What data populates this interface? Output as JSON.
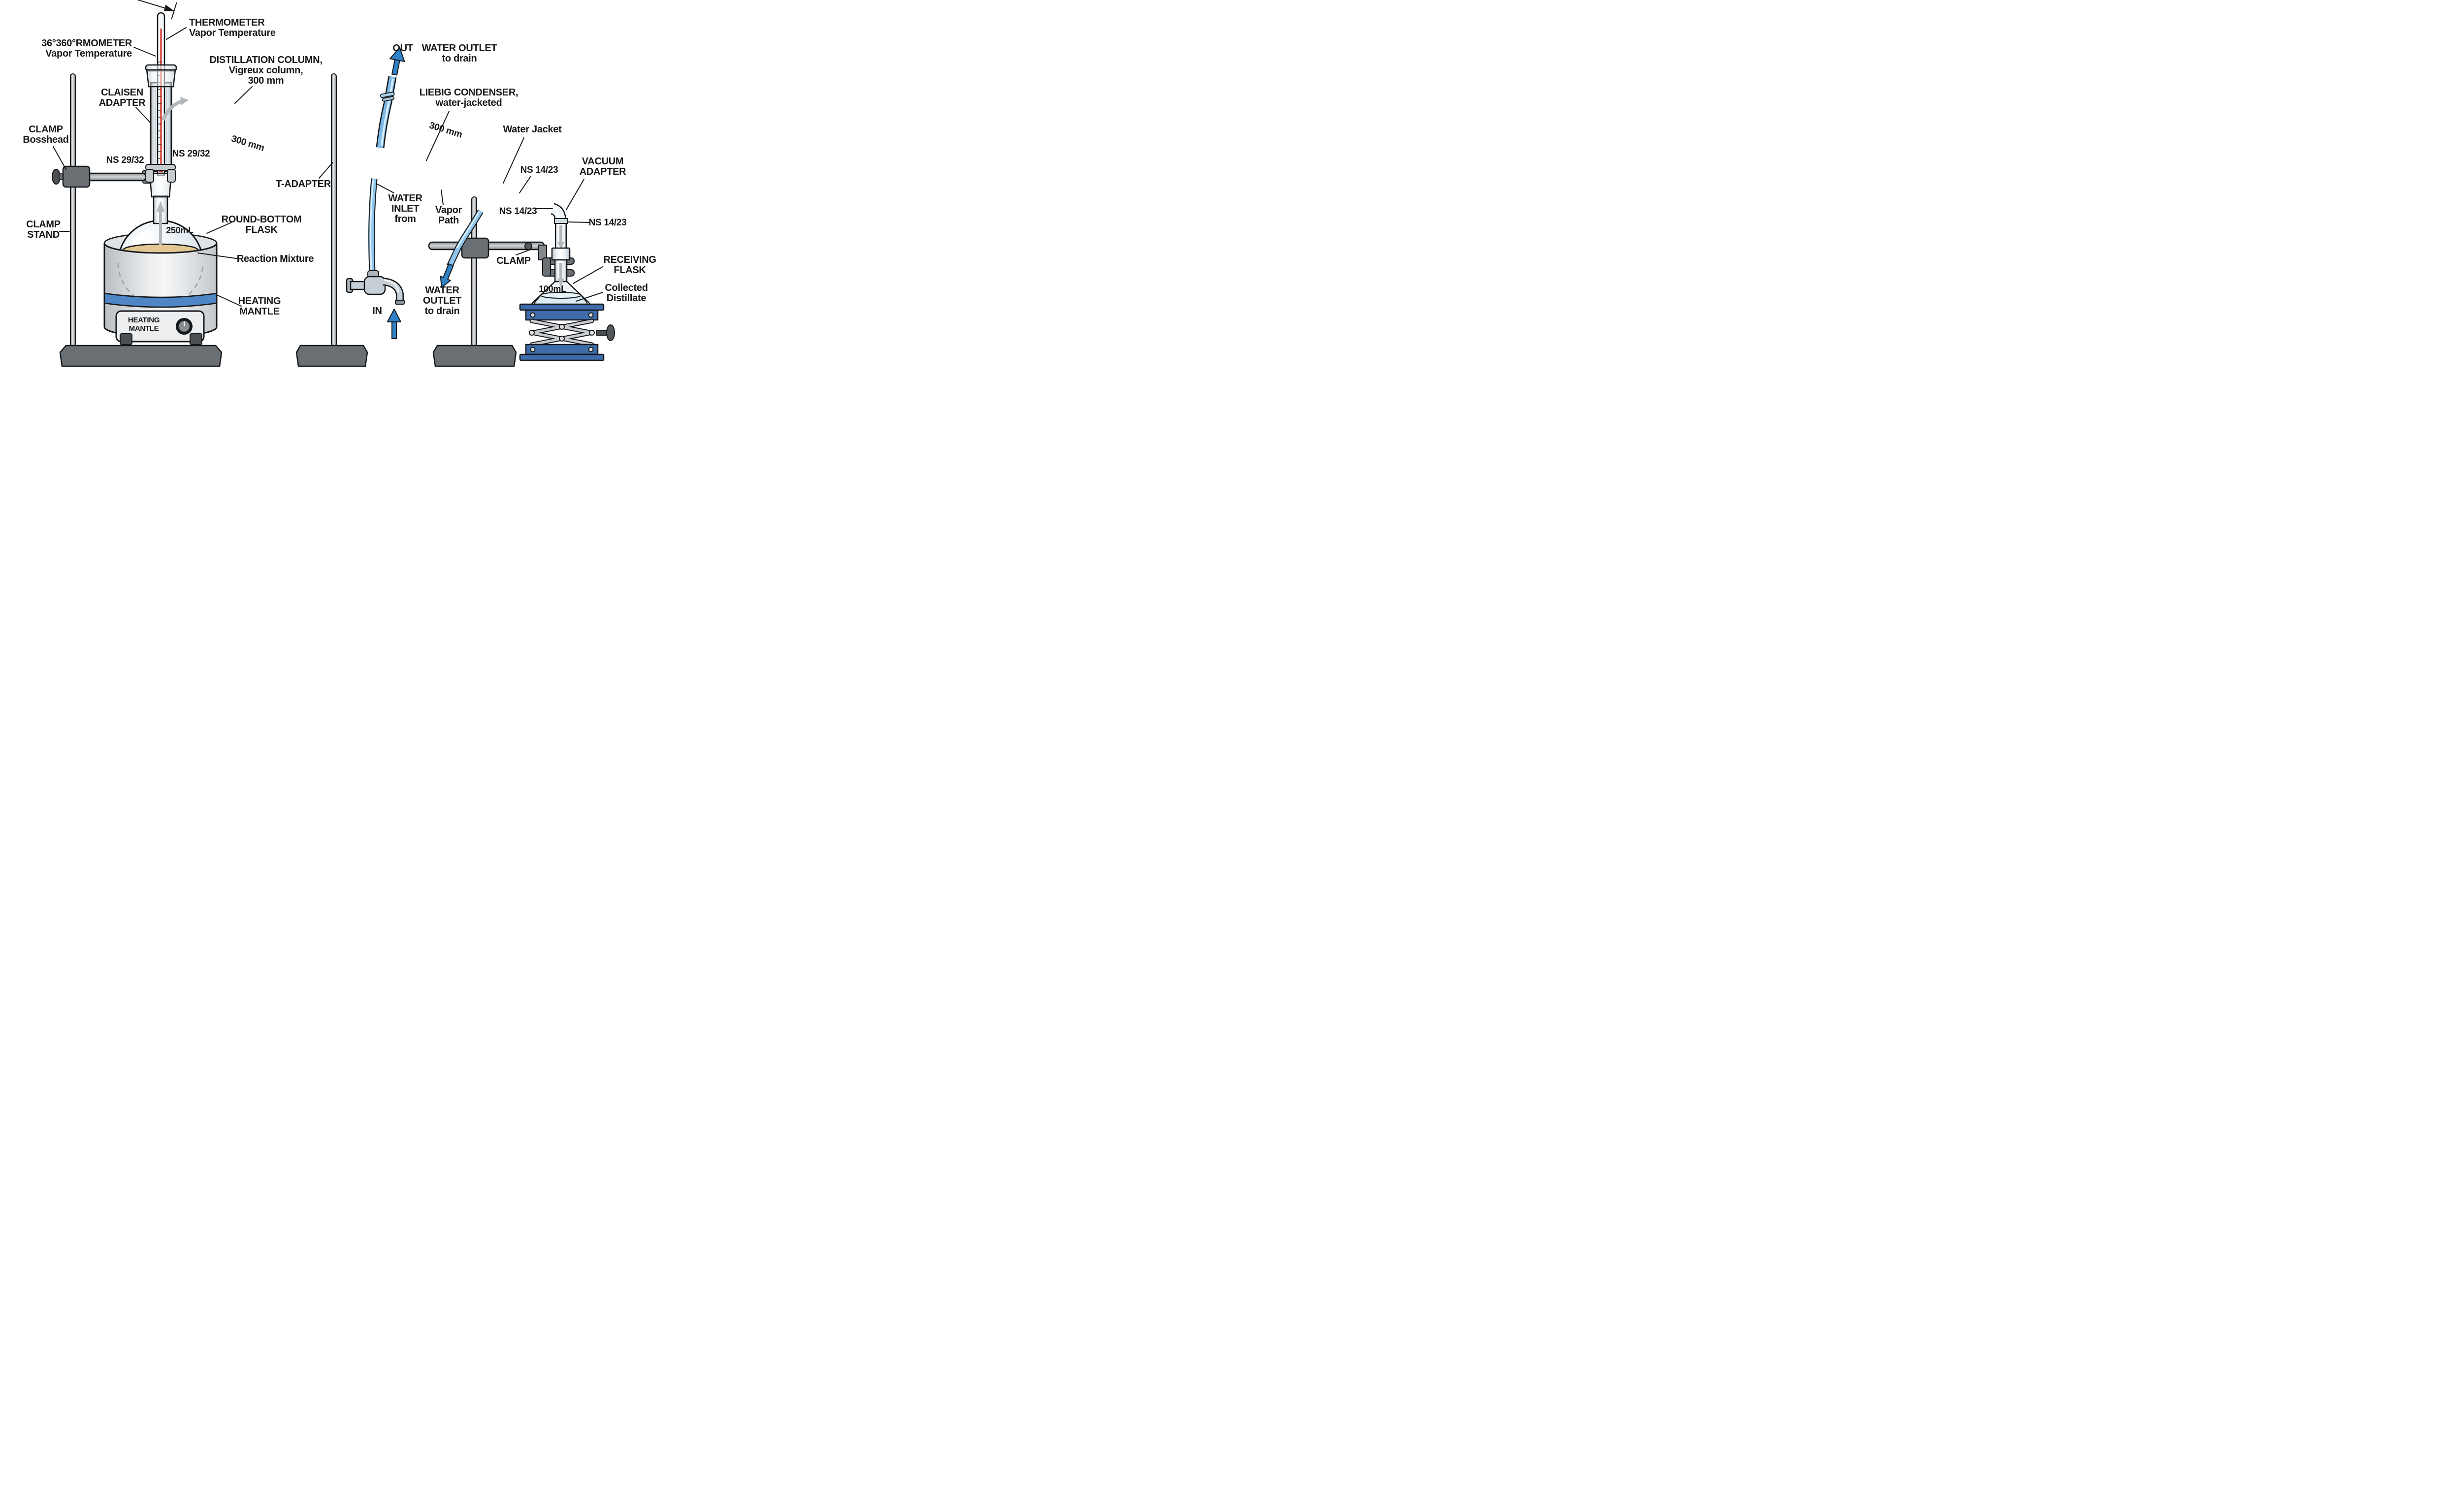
{
  "labels": {
    "thermometer_top": "THERMOMETER\nVapor Temperature",
    "thermometer_left": "36°360°RMOMETER\nVapor Temperature",
    "distillation_column": "DISTILLATION COLUMN,\nVigreux column,\n300 mm",
    "claisen_adapter": "CLAISEN\nADAPTER",
    "clamp_bosshead": "CLAMP\nBosshead",
    "ns_2932_left": "NS 29/32",
    "ns_2932_right": "NS 29/32",
    "out": "OUT",
    "water_outlet_top": "WATER OUTLET\nto drain",
    "liebig_condenser": "LIEBIG CONDENSER,\nwater-jacketed",
    "column_dim": "300 mm",
    "condenser_dim": "300 mm",
    "water_jacket": "Water Jacket",
    "ns_1423_top": "NS 14/23",
    "vacuum_adapter": "VACUUM\nADAPTER",
    "t_adapter": "T-ADAPTER",
    "water_inlet": "WATER\nINLET\nfrom",
    "vapor_path": "Vapor\nPath",
    "ns_1423_mid": "NS 14/23",
    "ns_1423_low": "NS 14/23",
    "clamp_stand": "CLAMP\nSTAND",
    "flask_volume": "250mL",
    "round_bottom_flask": "ROUND-BOTTOM\nFLASK",
    "reaction_mixture": "Reaction Mixture",
    "clamp_right": "CLAMP",
    "receiving_flask": "RECEIVING\nFLASK",
    "receiver_volume": "100mL",
    "collected_distillate": "Collected\nDistillate",
    "heating_mantle_label": "HEATING\nMANTLE",
    "heating_mantle_device": "HEATING\nMANTLE",
    "water_outlet_bottom": "WATER\nOUTLET\nto drain",
    "in": "IN"
  },
  "colors": {
    "water_blue": "#7db9e6",
    "arrow_blue": "#2f82c8",
    "jacket_blue": "#7ab5e4",
    "mantle_band_blue": "#4f86c6",
    "lab_jack_blue": "#3e6cab",
    "reaction_mixture_tan": "#d8ba84",
    "thermometer_red": "#d42a20",
    "outline": "#17181a"
  }
}
